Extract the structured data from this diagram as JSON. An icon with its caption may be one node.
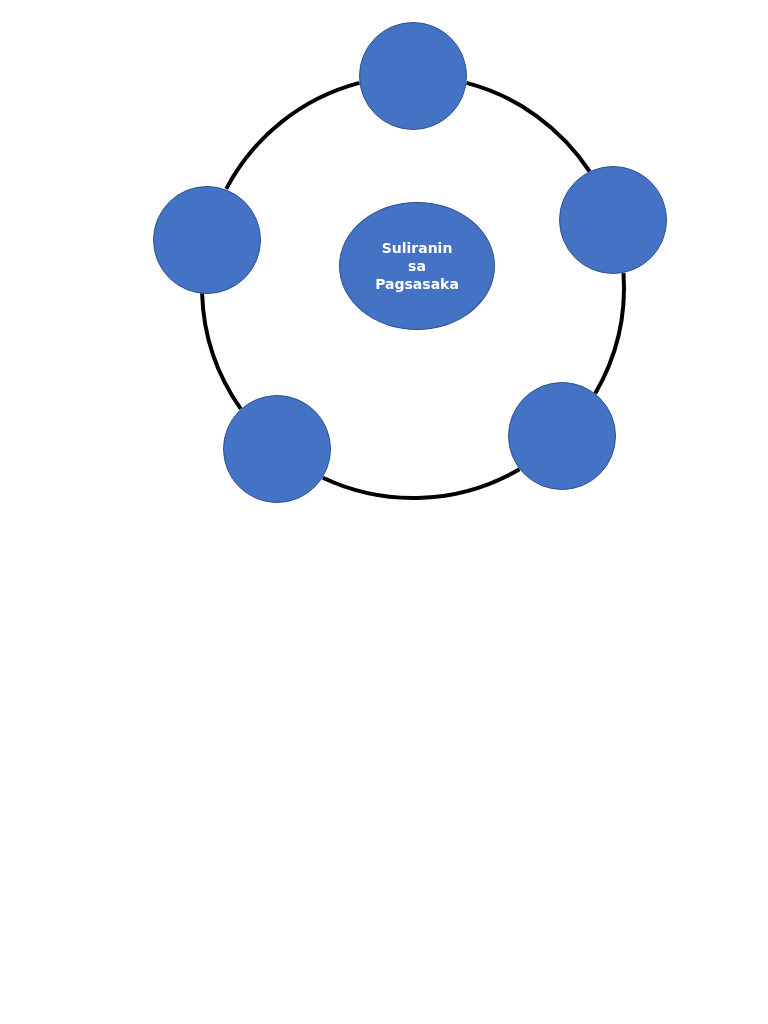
{
  "diagram": {
    "nodes": [
      {
        "text": [
          "Suliranin sa Pagsasaka"
        ]
      },
      {
        "text": [],
        "shape": "circle"
      },
      {
        "text": [],
        "shape": "circle"
      },
      {
        "text": [],
        "shape": "circle"
      },
      {
        "text": [],
        "shape": "circle"
      },
      {
        "text": [],
        "shape": "circle"
      }
    ],
    "edges": [
      {
        "from": 1,
        "to": 2,
        "arrow": "none"
      },
      {
        "from": 2,
        "to": 4,
        "arrow": "none"
      },
      {
        "from": 4,
        "to": 5,
        "arrow": "none"
      },
      {
        "from": 5,
        "to": 3,
        "arrow": "none"
      },
      {
        "from": 3,
        "to": 1,
        "arrow": "none"
      }
    ]
  }
}
